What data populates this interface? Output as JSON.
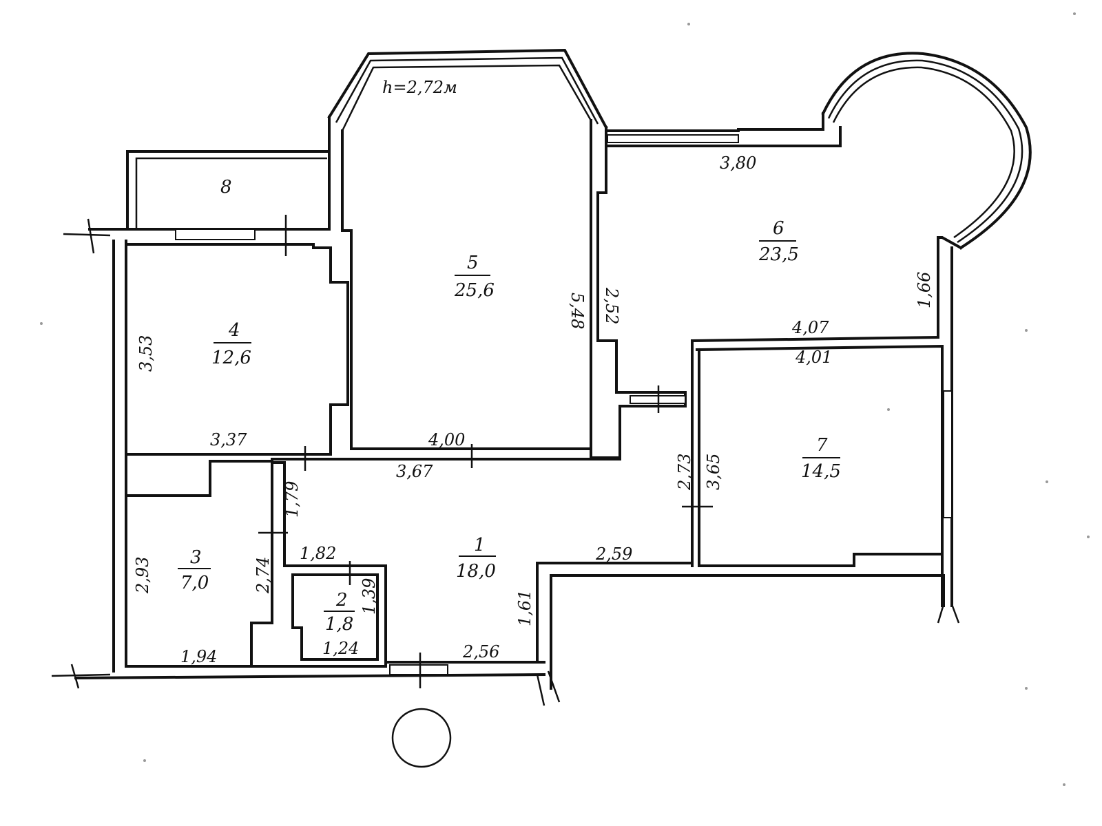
{
  "plan": {
    "height_note": "h=2,72м",
    "rooms": [
      {
        "id": "1",
        "number": "1",
        "area": "18,0"
      },
      {
        "id": "2",
        "number": "2",
        "area": "1,8"
      },
      {
        "id": "3",
        "number": "3",
        "area": "7,0"
      },
      {
        "id": "4",
        "number": "4",
        "area": "12,6"
      },
      {
        "id": "5",
        "number": "5",
        "area": "25,6"
      },
      {
        "id": "6",
        "number": "6",
        "area": "23,5"
      },
      {
        "id": "7",
        "number": "7",
        "area": "14,5"
      },
      {
        "id": "8",
        "number": "8"
      }
    ],
    "dimensions": {
      "d380": "3,80",
      "d548": "5,48",
      "d252": "2,52",
      "d166": "1,66",
      "d407": "4,07",
      "d401": "4,01",
      "d353": "3,53",
      "d337": "3,37",
      "d400": "4,00",
      "d367": "3,67",
      "d273": "2,73",
      "d365": "3,65",
      "d179": "1,79",
      "d293": "2,93",
      "d274": "2,74",
      "d182": "1,82",
      "d139": "1,39",
      "d124": "1,24",
      "d259": "2,59",
      "d161": "1,61",
      "d194": "1,94",
      "d256": "2,56"
    }
  }
}
